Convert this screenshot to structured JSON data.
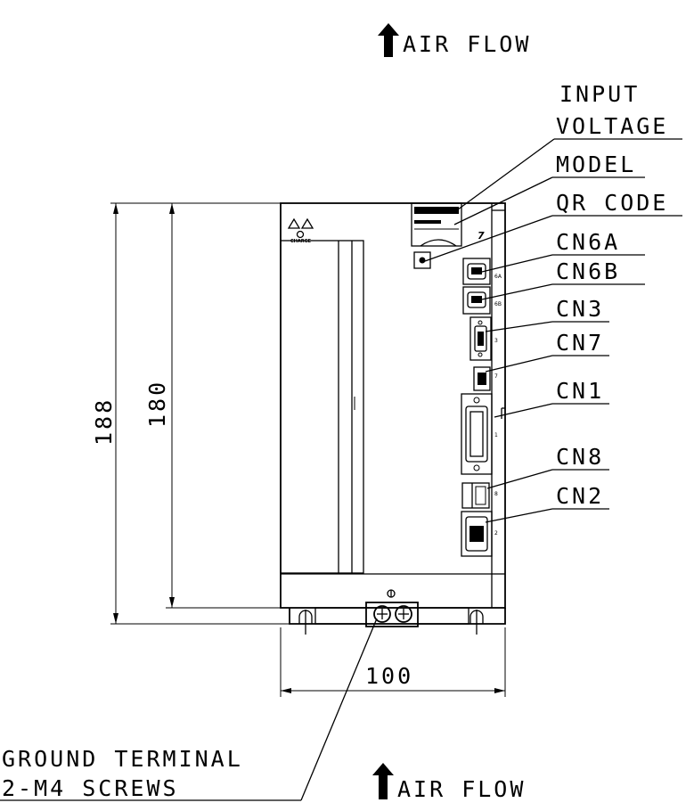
{
  "airflow": {
    "top": "AIR FLOW",
    "bottom": "AIR FLOW"
  },
  "callouts": {
    "input_voltage_line1": "INPUT",
    "input_voltage_line2": "VOLTAGE",
    "model": "MODEL",
    "qr_code": "QR CODE",
    "cn6a": "CN6A",
    "cn6b": "CN6B",
    "cn3": "CN3",
    "cn7": "CN7",
    "cn1": "CN1",
    "cn8": "CN8",
    "cn2": "CN2"
  },
  "ground": {
    "line1": "GROUND TERMINAL",
    "line2": "2-M4 SCREWS"
  },
  "dimensions": {
    "total_height": "188",
    "body_height": "180",
    "width": "100"
  },
  "panel": {
    "charge_label": "CHARGE"
  }
}
